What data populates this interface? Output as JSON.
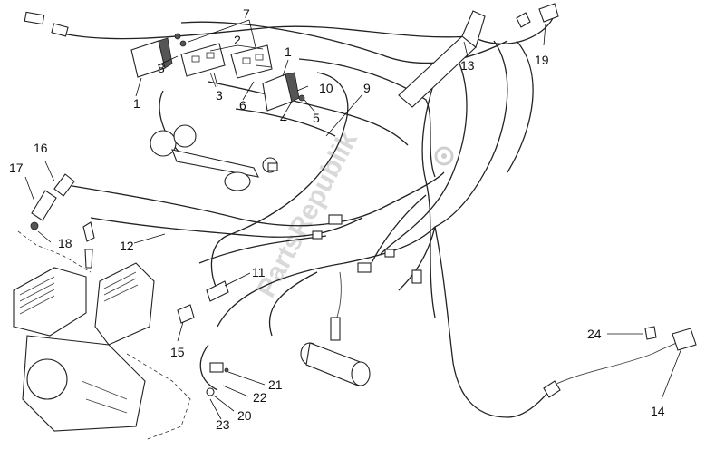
{
  "callouts": [
    {
      "id": "c1a",
      "text": "1"
    },
    {
      "id": "c1b",
      "text": "1"
    },
    {
      "id": "c2",
      "text": "2"
    },
    {
      "id": "c3",
      "text": "3"
    },
    {
      "id": "c4",
      "text": "4"
    },
    {
      "id": "c5",
      "text": "5"
    },
    {
      "id": "c6",
      "text": "6"
    },
    {
      "id": "c7",
      "text": "7"
    },
    {
      "id": "c8",
      "text": "8"
    },
    {
      "id": "c9",
      "text": "9"
    },
    {
      "id": "c10",
      "text": "10"
    },
    {
      "id": "c11",
      "text": "11"
    },
    {
      "id": "c12",
      "text": "12"
    },
    {
      "id": "c13",
      "text": "13"
    },
    {
      "id": "c14",
      "text": "14"
    },
    {
      "id": "c15",
      "text": "15"
    },
    {
      "id": "c16",
      "text": "16"
    },
    {
      "id": "c17",
      "text": "17"
    },
    {
      "id": "c18",
      "text": "18"
    },
    {
      "id": "c19",
      "text": "19"
    },
    {
      "id": "c20",
      "text": "20"
    },
    {
      "id": "c21",
      "text": "21"
    },
    {
      "id": "c22",
      "text": "22"
    },
    {
      "id": "c23",
      "text": "23"
    },
    {
      "id": "c24",
      "text": "24"
    }
  ],
  "watermark": "PartsRepublik"
}
